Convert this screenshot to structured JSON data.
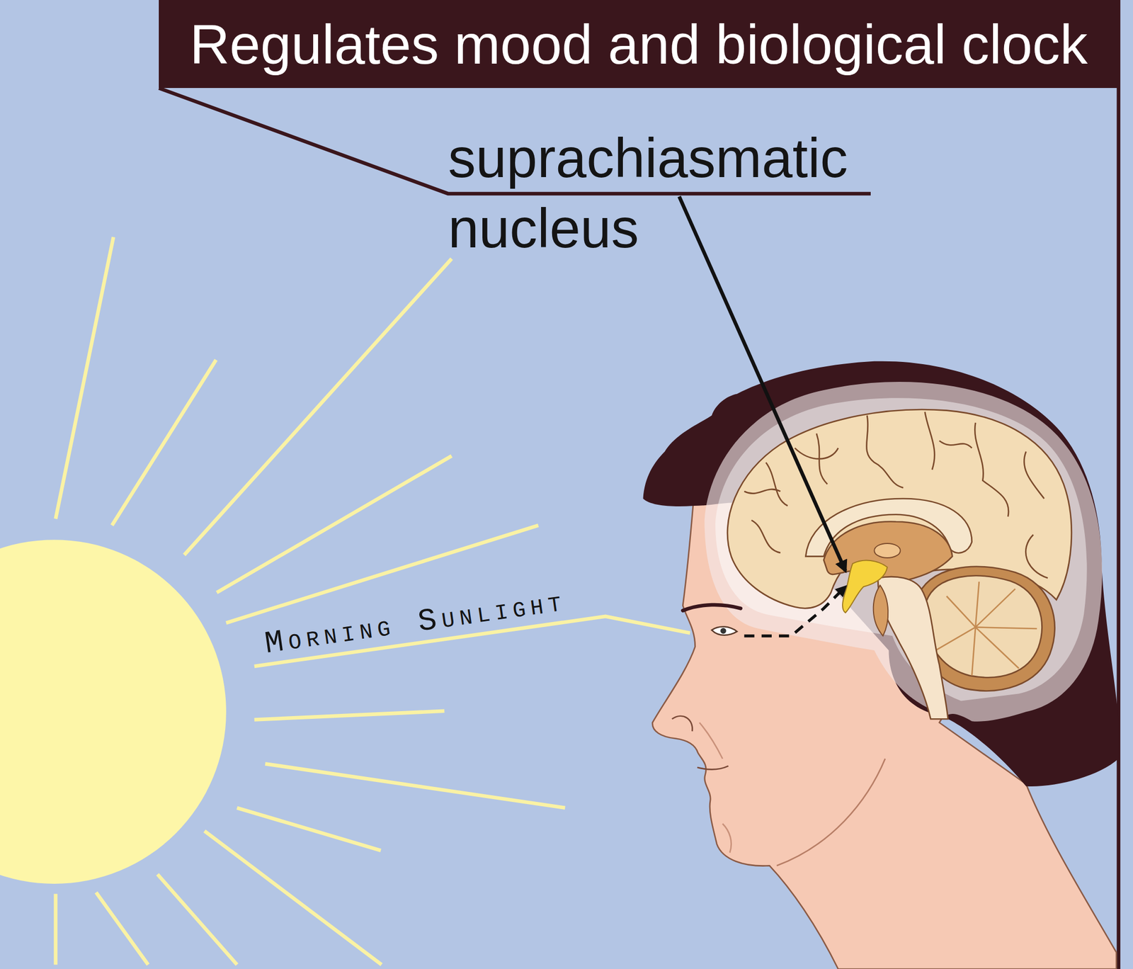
{
  "diagram": {
    "title": "Regulates mood and biological clock",
    "labels": [
      "suprachiasmatic nucleus",
      "Morning Sunlight"
    ]
  }
}
